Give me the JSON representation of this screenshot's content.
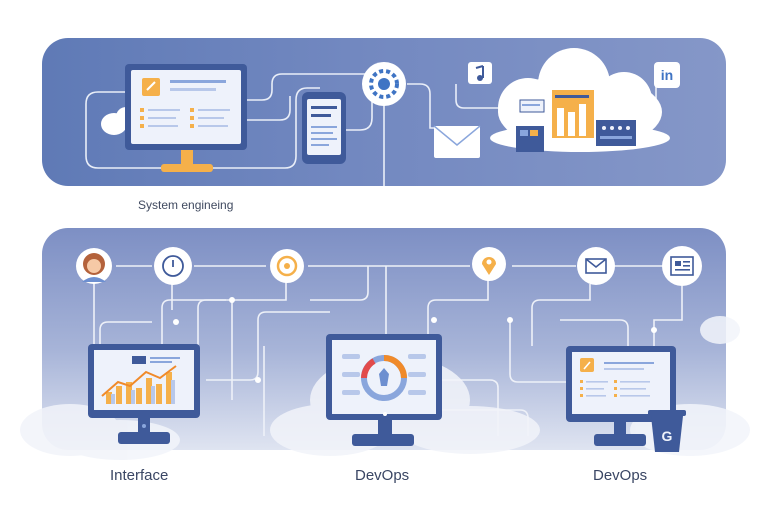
{
  "captions": {
    "top": "System engineing",
    "interface": "Interface",
    "devops_1": "DevOps",
    "devops_2": "DevOps"
  },
  "icons": {
    "social": "in",
    "trash_letter": "G"
  },
  "colors": {
    "panel_dark": "#5f7ab6",
    "monitor_frame": "#3f5a9a",
    "monitor_screen": "#eef2fb",
    "accent_orange": "#f5b04a",
    "line": "#e6ebf5"
  }
}
